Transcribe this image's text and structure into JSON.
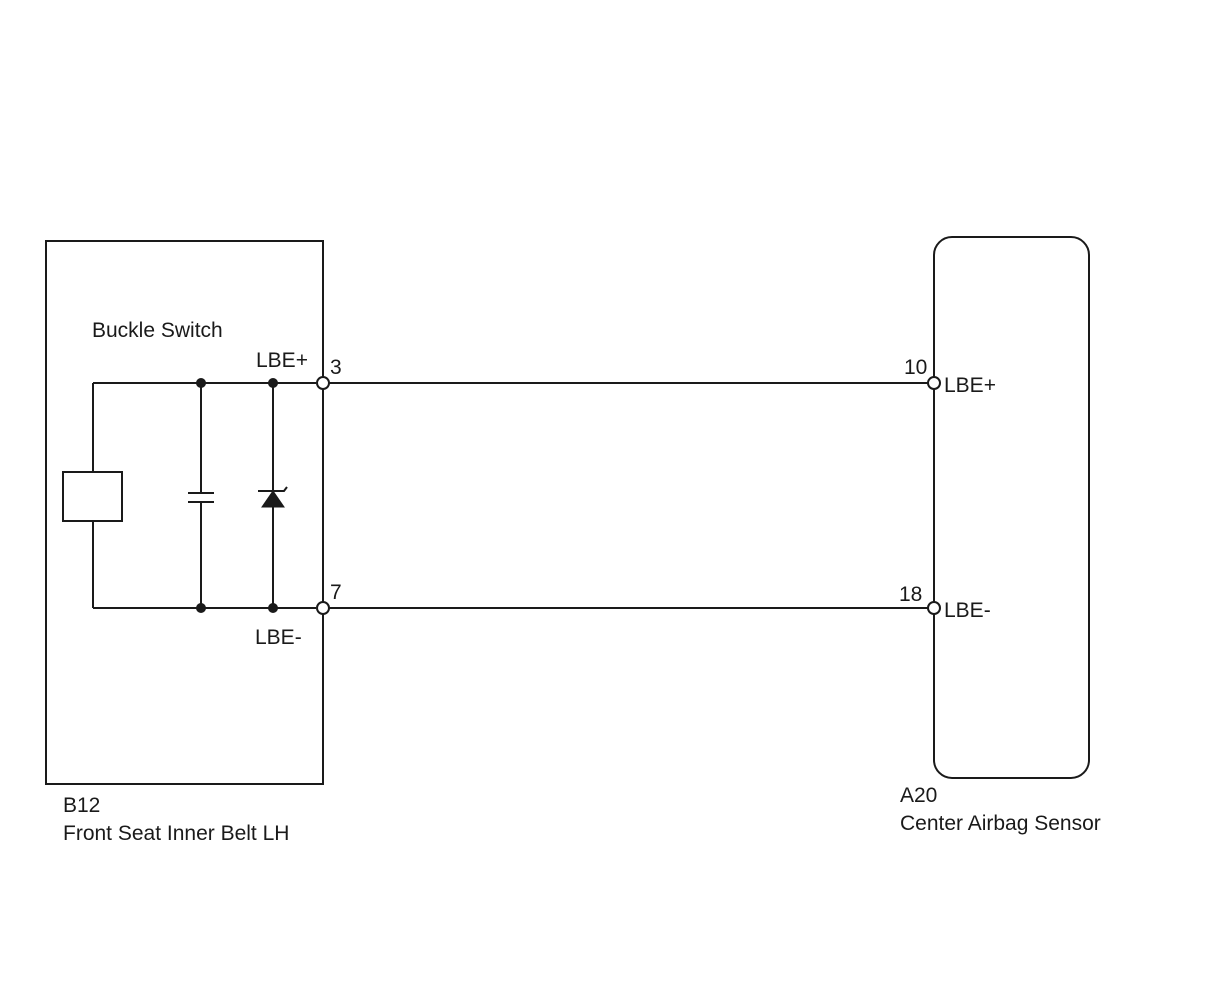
{
  "diagram": {
    "left_component": {
      "code": "B12",
      "name": "Front Seat Inner Belt LH",
      "internal_label": "Buckle Switch",
      "pins": [
        {
          "number": "3",
          "signal": "LBE+"
        },
        {
          "number": "7",
          "signal": "LBE-"
        }
      ]
    },
    "right_component": {
      "code": "A20",
      "name": "Center Airbag Sensor",
      "pins": [
        {
          "number": "10",
          "signal": "LBE+"
        },
        {
          "number": "18",
          "signal": "LBE-"
        }
      ]
    }
  }
}
